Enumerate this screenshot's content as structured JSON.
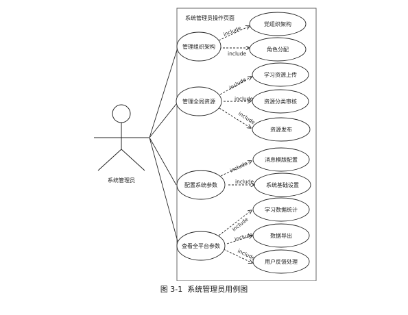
{
  "system": {
    "title": "系统管理员操作页面"
  },
  "actor": {
    "label": "系统管理员"
  },
  "caption": {
    "number": "图 3-1",
    "text": "系统管理员用例图"
  },
  "include_label": "include",
  "use_cases": [
    {
      "id": "manage-org",
      "label": "管理组织架构",
      "children": [
        {
          "id": "party-org",
          "label": "党组织架构"
        },
        {
          "id": "role-assign",
          "label": "角色分配"
        }
      ]
    },
    {
      "id": "manage-resources",
      "label": "管理全局资源",
      "children": [
        {
          "id": "resource-upload",
          "label": "学习资源上传"
        },
        {
          "id": "resource-review",
          "label": "资源分类审核"
        },
        {
          "id": "resource-publish",
          "label": "资源发布"
        }
      ]
    },
    {
      "id": "config-params",
      "label": "配置系统参数",
      "children": [
        {
          "id": "message-template",
          "label": "消息模版配置"
        },
        {
          "id": "basic-settings",
          "label": "系统基础设置"
        }
      ]
    },
    {
      "id": "view-params",
      "label": "查看全平台参数",
      "children": [
        {
          "id": "learning-stats",
          "label": "学习数据统计"
        },
        {
          "id": "data-export",
          "label": "数据导出"
        },
        {
          "id": "feedback-handling",
          "label": "用户反馈处理"
        }
      ]
    }
  ]
}
